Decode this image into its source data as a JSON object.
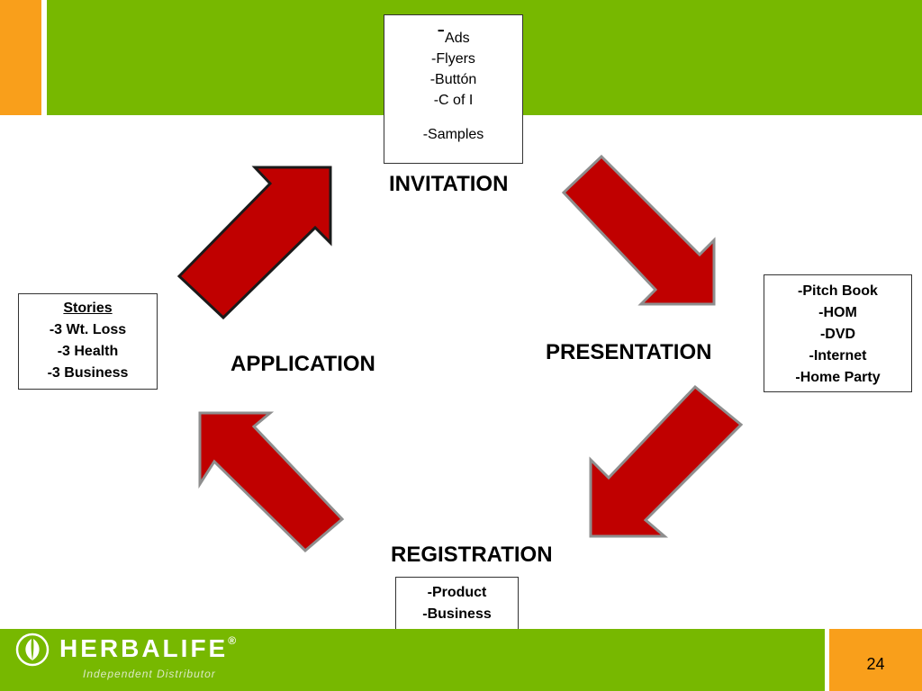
{
  "invitation": {
    "stage_label": "INVITATION",
    "dash": "-",
    "items": [
      "Ads",
      "-Flyers",
      "-Buttón",
      "-C of I",
      "-Samples"
    ]
  },
  "presentation": {
    "stage_label": "PRESENTATION",
    "items": [
      "-Pitch Book",
      "-HOM",
      "-DVD",
      "-Internet",
      "-Home Party"
    ]
  },
  "registration": {
    "stage_label": "REGISTRATION",
    "items": [
      "-Product",
      "-Business"
    ]
  },
  "application": {
    "stage_label": "APPLICATION",
    "heading": "Stories",
    "items": [
      "-3 Wt. Loss",
      "-3 Health",
      "-3 Business"
    ]
  },
  "footer": {
    "brand": "HERBALIFE",
    "registered_mark": "®",
    "tagline": "Independent Distributor",
    "page_number": "24"
  },
  "colors": {
    "green": "#77b800",
    "orange": "#f99f1b",
    "arrow_red": "#c00000"
  }
}
